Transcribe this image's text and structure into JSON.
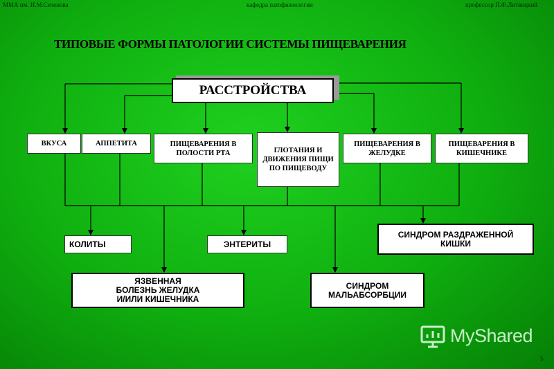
{
  "header": {
    "left": "ММА им. И.М.Сеченова",
    "center": "кафедра патофизиологии",
    "right": "профессор П.Ф.Литвицкий"
  },
  "title": "ТИПОВЫЕ ФОРМЫ ПАТОЛОГИИ СИСТЕМЫ ПИЩЕВАРЕНИЯ",
  "root": "РАССТРОЙСТВА",
  "categories": [
    "ВКУСА",
    "АППЕТИТА",
    "ПИЩЕВАРЕНИЯ В ПОЛОСТИ РТА",
    "ГЛОТАНИЯ И ДВИЖЕНИЯ ПИЩИ ПО ПИЩЕВОДУ",
    "ПИЩЕВАРЕНИЯ В ЖЕЛУДКЕ",
    "ПИЩЕВАРЕНИЯ В КИШЕЧНИКЕ"
  ],
  "outcomes": {
    "colitis": "КОЛИТЫ",
    "enteritis": "ЭНТЕРИТЫ",
    "ibs": "СИНДРОМ РАЗДРАЖЕННОЙ КИШКИ",
    "ulcer": "ЯЗВЕННАЯ БОЛЕЗНЬ ЖЕЛУДКА И/ИЛИ КИШЕЧНИКА",
    "malabsorption": "СИНДРОМ МАЛЬАБСОРБЦИИ"
  },
  "watermark": "MyShared",
  "page_number": "5"
}
